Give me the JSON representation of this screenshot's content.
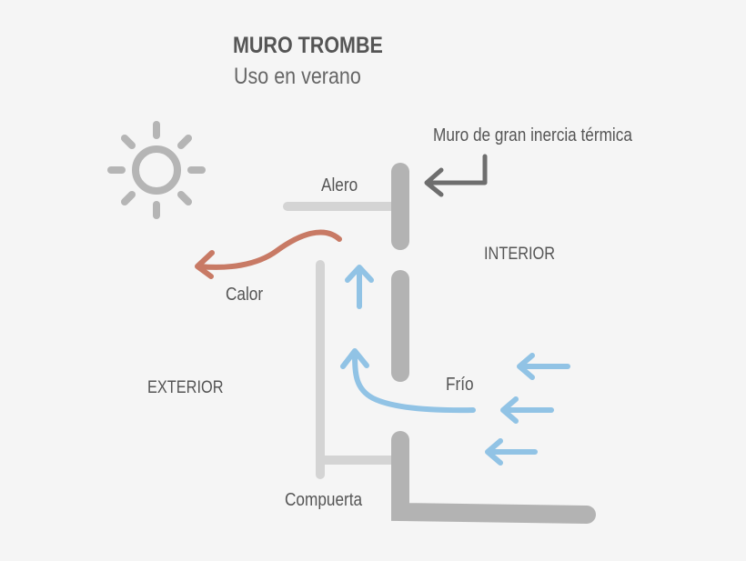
{
  "title": "MURO TROMBE",
  "subtitle": "Uso en verano",
  "labels": {
    "wall": "Muro de gran inercia térmica",
    "eave": "Alero",
    "interior": "INTERIOR",
    "heat": "Calor",
    "exterior": "EXTERIOR",
    "cold": "Frío",
    "damper": "Compuerta"
  },
  "icons": {
    "sun": "sun-icon",
    "pointer": "arrow-left-icon",
    "heat_flow": "curved-arrow-left-icon",
    "cold_flow": "arrow-up-icon"
  },
  "colors": {
    "background": "#f5f5f5",
    "wall": "#b3b3b3",
    "glass": "#d4d4d4",
    "heat": "#c87a65",
    "cold": "#91c3e5",
    "text": "#555555",
    "pointer": "#6e6e6e"
  }
}
